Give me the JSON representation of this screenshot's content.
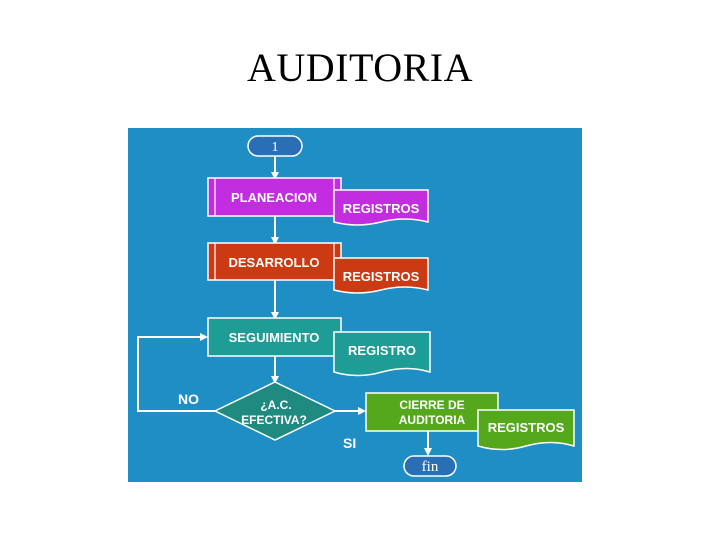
{
  "title": "AUDITORIA",
  "colors": {
    "background": "#1e8ec4",
    "line": "#ffffff",
    "planeacion": "#c22de0",
    "registros_1": "#c22de0",
    "desarrollo": "#cc3a14",
    "registros_2": "#cc3a14",
    "seguimiento": "#1e9c96",
    "registro_3": "#1e9c96",
    "decision": "#1e8a80",
    "cierre": "#55a81c",
    "registros_4": "#55a81c",
    "terminal": "#2a6fb5"
  },
  "flow": {
    "start_label": "1",
    "planeacion": "PLANEACION",
    "planeacion_doc": "REGISTROS",
    "desarrollo": "DESARROLLO",
    "desarrollo_doc": "REGISTROS",
    "seguimiento": "SEGUIMIENTO",
    "seguimiento_doc": "REGISTRO",
    "decision_line1": "¿A.C.",
    "decision_line2": "EFECTIVA?",
    "no_label": "NO",
    "si_label": "SI",
    "cierre_line1": "CIERRE DE",
    "cierre_line2": "AUDITORIA",
    "cierre_doc": "REGISTROS",
    "end_label": "fin"
  }
}
